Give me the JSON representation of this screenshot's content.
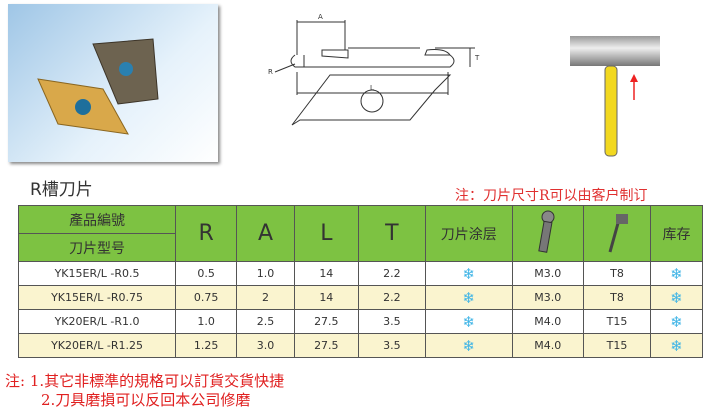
{
  "title": "R槽刀片",
  "note": "注：刀片尺寸R可以由客户制订",
  "drawing_labels": {
    "a": "A",
    "t": "T",
    "l": "L",
    "r": "R"
  },
  "header": {
    "product_code": "產品編號",
    "insert_model": "刀片型号",
    "r": "R",
    "a": "A",
    "l": "L",
    "t": "T",
    "coating": "刀片涂层",
    "screw_icon": "screw-icon",
    "wrench_icon": "torx-wrench-icon",
    "stock": "库存"
  },
  "rows": [
    {
      "model": "YK15ER/L -R0.5",
      "r": "0.5",
      "a": "1.0",
      "l": "14",
      "t": "2.2",
      "coating": "❄",
      "screw": "M3.0",
      "wrench": "T8",
      "stock": "❄"
    },
    {
      "model": "YK15ER/L -R0.75",
      "r": "0.75",
      "a": "2",
      "l": "14",
      "t": "2.2",
      "coating": "❄",
      "screw": "M3.0",
      "wrench": "T8",
      "stock": "❄"
    },
    {
      "model": "YK20ER/L -R1.0",
      "r": "1.0",
      "a": "2.5",
      "l": "27.5",
      "t": "3.5",
      "coating": "❄",
      "screw": "M4.0",
      "wrench": "T15",
      "stock": "❄"
    },
    {
      "model": "YK20ER/L -R1.25",
      "r": "1.25",
      "a": "3.0",
      "l": "27.5",
      "t": "3.5",
      "coating": "❄",
      "screw": "M4.0",
      "wrench": "T15",
      "stock": "❄"
    }
  ],
  "footer": {
    "line1": "注: 1.其它非標準的規格可以訂貨交貨快捷",
    "line2": "2.刀具磨損可以反回本公司修磨"
  },
  "colors": {
    "header": "#7dc242",
    "alt_row": "#faf4cf",
    "note": "#e03030",
    "snow": "#3eb4e6"
  }
}
